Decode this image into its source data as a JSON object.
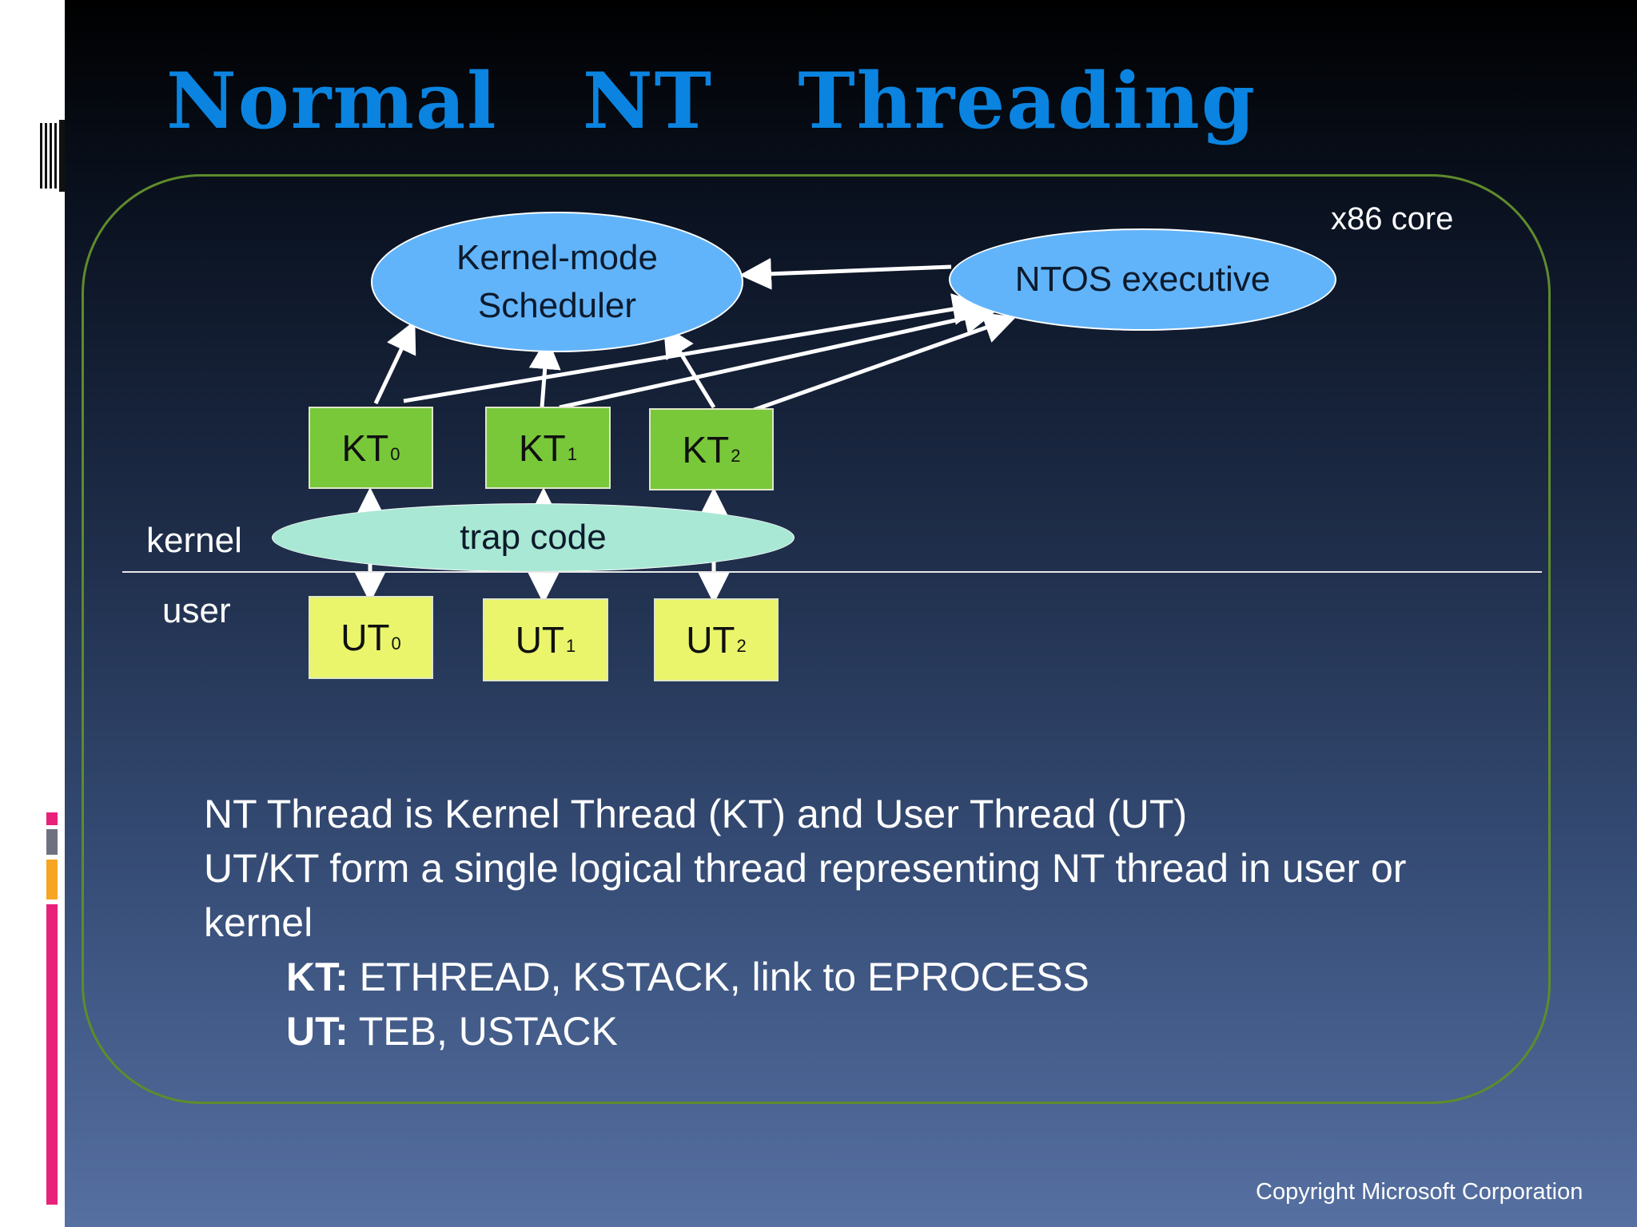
{
  "title": "Normal   NT   Threading",
  "core_label": "x86 core",
  "kernel_label": "kernel",
  "user_label": "user",
  "scheduler_line1": "Kernel-mode",
  "scheduler_line2": "Scheduler",
  "ntos_label": "NTOS executive",
  "trap_label": "trap code",
  "kernel_threads": [
    {
      "name": "KT",
      "sub": "0"
    },
    {
      "name": "KT",
      "sub": "1"
    },
    {
      "name": "KT",
      "sub": "2"
    }
  ],
  "user_threads": [
    {
      "name": "UT",
      "sub": "0"
    },
    {
      "name": "UT",
      "sub": "1"
    },
    {
      "name": "UT",
      "sub": "2"
    }
  ],
  "description": {
    "line1": "NT Thread is Kernel Thread (KT) and User Thread (UT)",
    "line2": "UT/KT form a single logical thread representing NT thread in user or",
    "line3": "kernel",
    "kt_label": "KT:",
    "kt_text": " ETHREAD, KSTACK, link to EPROCESS",
    "ut_label": "UT:",
    "ut_text": " TEB, USTACK"
  },
  "copyright": "Copyright Microsoft Corporation",
  "colors": {
    "title": "#0a84e0",
    "frame": "#5f8b2c",
    "ellipse_blue": "#62b4fa",
    "trap_green": "#a9e8d4",
    "kt_green": "#78c83a",
    "ut_yellow": "#eaf56b",
    "deco_pink": "#e8217a",
    "deco_orange": "#f6a623",
    "deco_gray": "#6e7280"
  }
}
